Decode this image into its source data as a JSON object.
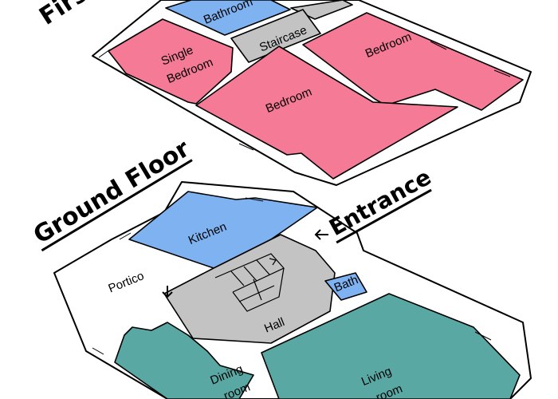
{
  "colors": {
    "bedroom": "#f47a96",
    "service": "#7fb2f0",
    "circulation": "#c3c3c3",
    "living": "#5aa8a3",
    "outline": "#000000"
  },
  "first_floor": {
    "title": "First",
    "rooms": {
      "bathroom": "Bathroom",
      "staircase": "Staircase",
      "single_line1": "Single",
      "single_line2": "Bedroom",
      "bedroom_right": "Bedroom",
      "bedroom_center": "Bedroom"
    }
  },
  "ground_floor": {
    "title": "Ground Floor",
    "entrance": "Entrance",
    "rooms": {
      "kitchen": "Kitchen",
      "portico": "Portico",
      "bath": "Bath",
      "hall": "Hall",
      "dining_line1": "Dining",
      "dining_line2": "room",
      "living_line1": "Living",
      "living_line2": "room"
    }
  }
}
